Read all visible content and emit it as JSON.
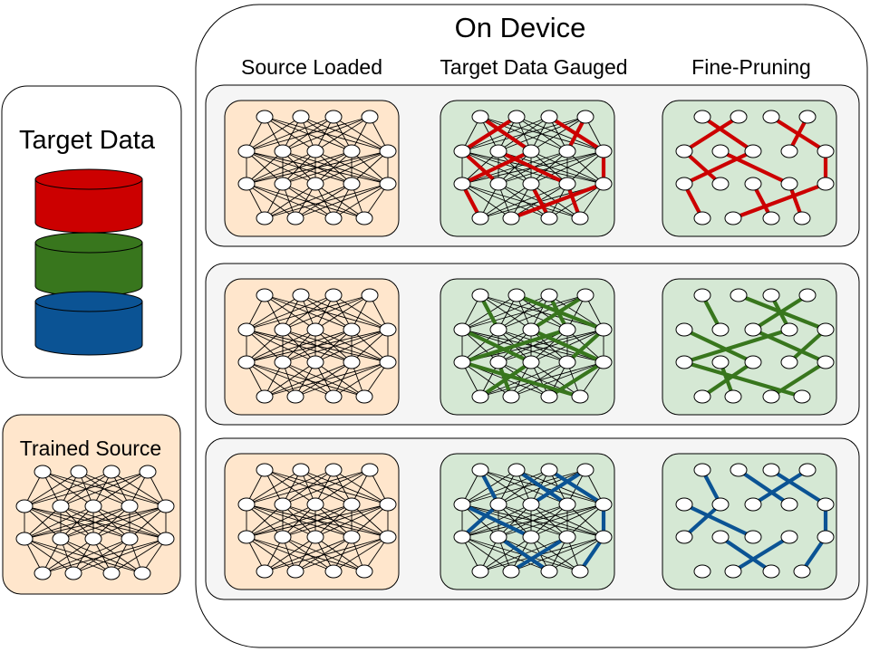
{
  "labels": {
    "target_data": "Target Data",
    "trained_source": "Trained Source",
    "on_device": "On Device",
    "col_source_loaded": "Source Loaded",
    "col_target_gauged": "Target Data Gauged",
    "col_fine_pruning": "Fine-Pruning"
  },
  "colors": {
    "orange_fill": "#ffe6cc",
    "green_fill": "#d5e8d4",
    "row_fill": "#f5f5f5",
    "red": "#cc0000",
    "green": "#38761d",
    "blue": "#0b5394"
  },
  "datasets": [
    {
      "name": "red-dataset",
      "color": "#cc0000"
    },
    {
      "name": "green-dataset",
      "color": "#38761d"
    },
    {
      "name": "blue-dataset",
      "color": "#0b5394"
    }
  ],
  "rows": [
    {
      "name": "red",
      "accent": "#cc0000"
    },
    {
      "name": "green",
      "accent": "#38761d"
    },
    {
      "name": "blue",
      "accent": "#0b5394"
    }
  ]
}
